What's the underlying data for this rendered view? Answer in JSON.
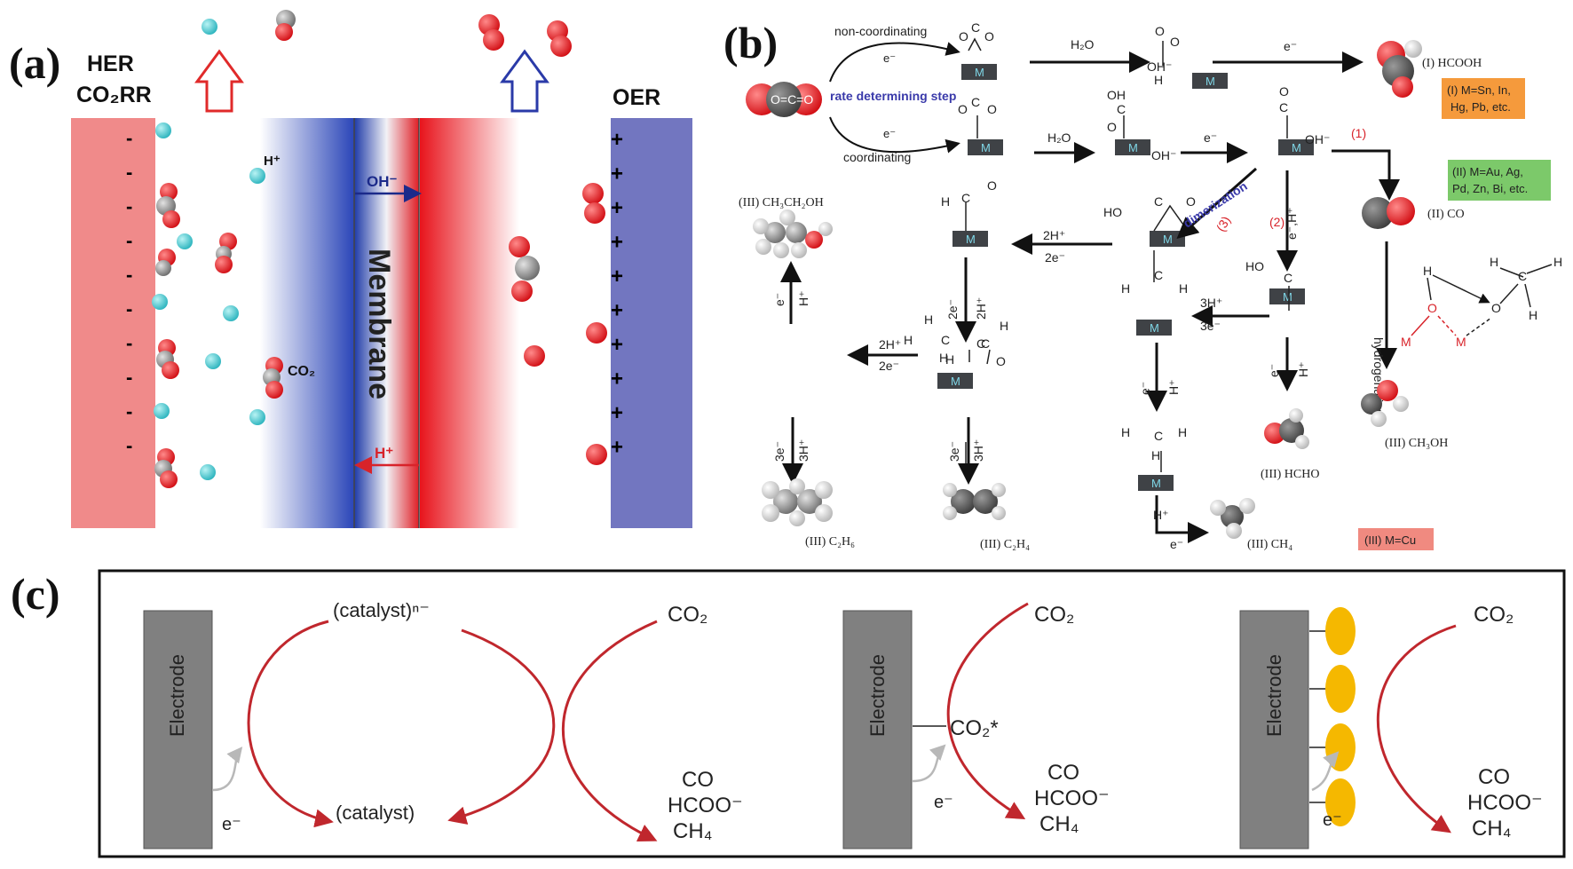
{
  "panels": {
    "a": {
      "label": "(a)",
      "her": "HER",
      "co2rr": "CO₂RR",
      "oer": "OER",
      "h_plus": "H⁺",
      "oh_minus": "OH⁻",
      "h_plus_back": "H⁺",
      "co2": "CO₂",
      "membrane": "Membrane",
      "minus": "-",
      "plus": "+"
    },
    "b": {
      "label": "(b)",
      "non_coordinating": "non-coordinating",
      "coordinating": "coordinating",
      "rate_step": "rate determining step",
      "dimerization": "dimerization",
      "hydrogenation": "hydrogenation",
      "e": "e⁻",
      "h2o": "H₂O",
      "oh": "OH⁻",
      "m": "M",
      "p_hcooh": "(I) HCOOH",
      "p_co": "(II) CO",
      "p_ch3oh": "(III) CH₃OH",
      "p_hcho": "(III) HCHO",
      "p_ch4": "(III) CH₄",
      "p_c2h4": "(III) C₂H₄",
      "p_c2h6": "(III) C₂H₆",
      "p_etoh": "(III) CH₃CH₂OH",
      "box1": [
        "(I) M=Sn, In,",
        "Hg, Pb, etc."
      ],
      "box2": [
        "(II) M=Au, Ag,",
        "Pd, Zn, Bi, etc."
      ],
      "box3": "(III) M=Cu",
      "path1": "(1)",
      "path2": "(2)",
      "path3": "(3)",
      "steps": {
        "two_h": "2H⁺",
        "two_e": "2e⁻",
        "three_h": "3H⁺",
        "three_e": "3e⁻",
        "h": "H⁺",
        "e_h": "e⁻,H⁺"
      }
    },
    "c": {
      "label": "(c)",
      "electrode": "Electrode",
      "catalyst_n": "(catalyst)ⁿ⁻",
      "catalyst": "(catalyst)",
      "co2": "CO₂",
      "co2_star": "CO₂*",
      "e": "e⁻",
      "products": [
        "CO",
        "HCOO⁻",
        "CH₄"
      ]
    }
  },
  "colors": {
    "cathode": "#f08a8a",
    "anode": "#7276c0",
    "arrow_red": "#c0272d",
    "catalyst_yellow": "#f5b800",
    "electrode_gray": "#808080",
    "box_orange": "#f59a3c",
    "box_green": "#7cc96a",
    "box_red": "#f08a80"
  }
}
